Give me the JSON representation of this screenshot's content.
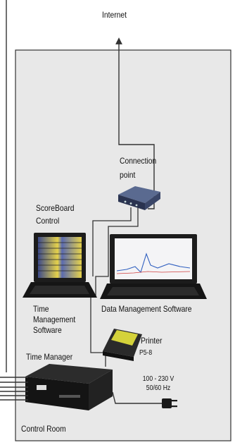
{
  "labels": {
    "internet": "Internet",
    "connection_point": [
      "Connection",
      "point"
    ],
    "scoreboard_control": [
      "ScoreBoard",
      "Control"
    ],
    "time_management_software": [
      "Time",
      "Management",
      "Software"
    ],
    "data_management_software": "Data Management Software",
    "printer": "Printer",
    "printer_model": "P5-8",
    "time_manager": "Time Manager",
    "power": [
      "100 - 230 V",
      "50/60 Hz"
    ],
    "control_room": "Control Room"
  },
  "colors": {
    "room_fill": "#e8e8e8",
    "room_border": "#333333",
    "cable": "#333333",
    "device_dark": "#1c1c1c",
    "printer_green": "#d4d23a",
    "screen_blue": "#3c4a8a",
    "screen_yellow": "#e6d24a"
  }
}
